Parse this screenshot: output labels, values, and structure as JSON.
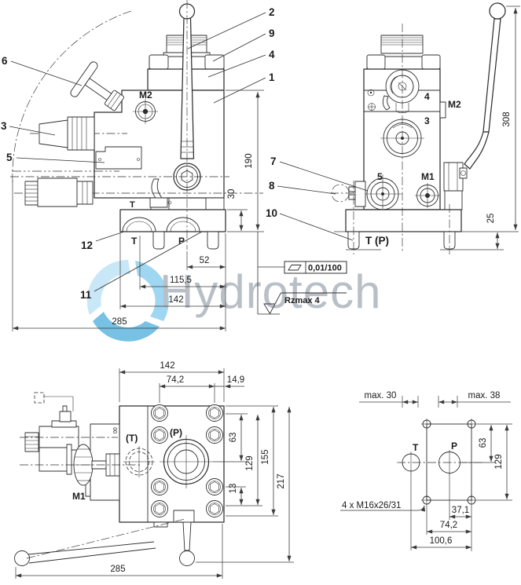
{
  "watermark": {
    "brand": "Hydrotech"
  },
  "side_view": {
    "callout_1": "1",
    "callout_2": "2",
    "callout_3": "3",
    "callout_4": "4",
    "callout_5": "5",
    "callout_6": "6",
    "callout_9": "9",
    "callout_11": "11",
    "callout_12": "12",
    "label_m2": "M2",
    "label_t_body": "T",
    "label_t_port": "T",
    "label_p_port": "P",
    "dim_height": "190",
    "dim_flange": "30",
    "dim_52": "52",
    "dim_115_5": "115,5",
    "dim_142": "142",
    "dim_285": "285"
  },
  "front_view": {
    "callout_7": "7",
    "callout_8": "8",
    "callout_10": "10",
    "label_4": "4",
    "label_3": "3",
    "label_m2": "M2",
    "label_5": "5",
    "label_m1": "M1",
    "label_tp": "T (P)",
    "dim_308": "308",
    "dim_25": "25",
    "flatness": "0,01/100",
    "roughness": "Rzmax 4"
  },
  "top_view": {
    "label_t": "(T)",
    "label_p": "(P)",
    "label_m1": "M1",
    "stamp": "00",
    "dim_142": "142",
    "dim_74_2": "74,2",
    "dim_14_9": "14,9",
    "dim_63": "63",
    "dim_129": "129",
    "dim_155": "155",
    "dim_13": "13",
    "dim_217": "217",
    "dim_285": "285"
  },
  "mounting_view": {
    "label_t": "T",
    "label_p": "P",
    "note_max30": "max. 30",
    "note_max38": "max. 38",
    "note_thread": "4 x M16x26/31",
    "dim_63": "63",
    "dim_129": "129",
    "dim_37_1": "37,1",
    "dim_74_2": "74,2",
    "dim_100_6": "100,6"
  },
  "colors": {
    "line": "#2f2f2f",
    "dimension": "#3a3a3a",
    "watermark_text": "#b9bfc6",
    "logo_blue": "#79c0e4",
    "background": "#ffffff"
  }
}
